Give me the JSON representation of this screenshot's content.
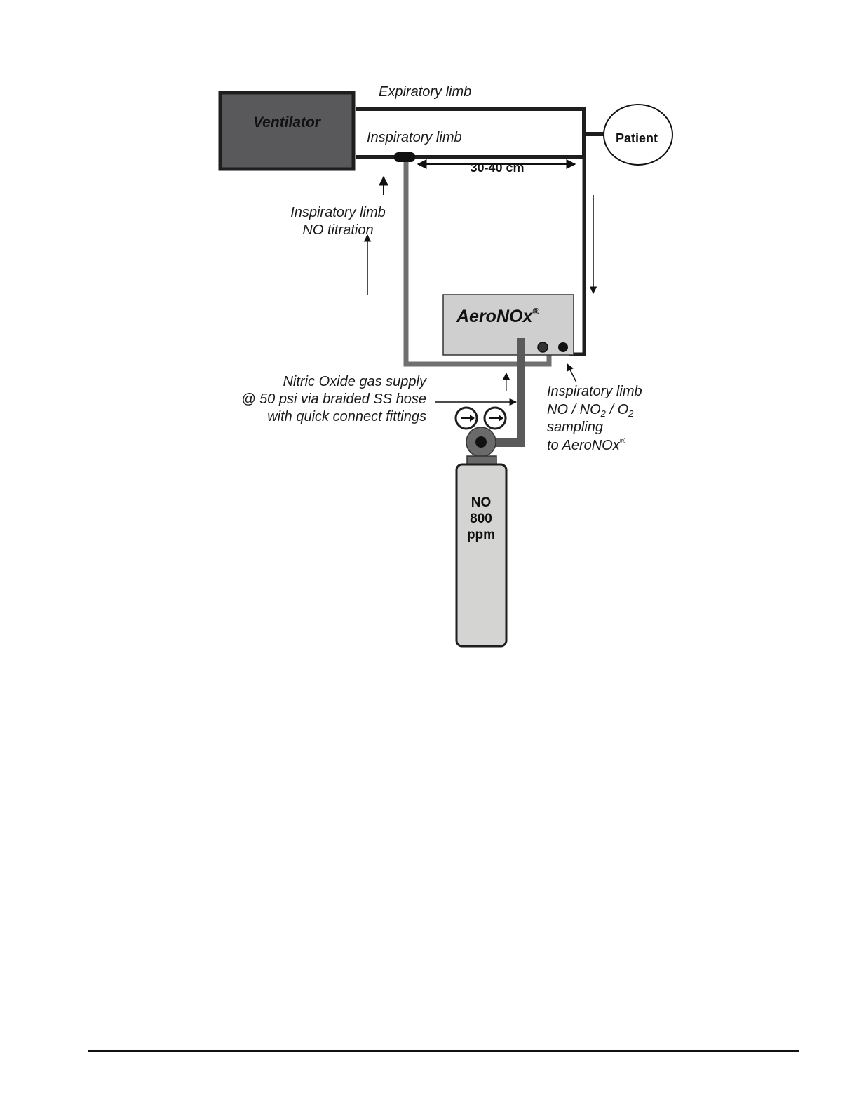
{
  "labels": {
    "ventilator": "Ventilator",
    "patient": "Patient",
    "expiratory_limb": "Expiratory limb",
    "inspiratory_limb": "Inspiratory limb",
    "distance": "30-40 cm",
    "titration_line1": "Inspiratory limb",
    "titration_line2": "NO titration",
    "aeronox": "AeroNOx",
    "registered_mark": "®",
    "supply_line1": "Nitric Oxide gas supply",
    "supply_line2": "@ 50 psi via braided SS hose",
    "supply_line3": "with quick connect fittings",
    "sampling_line1": "Inspiratory limb",
    "sampling_line2_a": "NO / NO",
    "sampling_line2_sub1": "2",
    "sampling_line2_b": " / O",
    "sampling_line2_sub2": "2",
    "sampling_line3": "sampling",
    "sampling_line4": "to AeroNOx",
    "cylinder_line1": "NO",
    "cylinder_line2": "800",
    "cylinder_line3": "ppm"
  },
  "colors": {
    "ventilator_fill": "#59595b",
    "aeronox_fill": "#cfcfcf",
    "cylinder_fill": "#d4d4d2",
    "dark_tube": "#1e1e1e",
    "grey_tube": "#707070",
    "supply_hose": "#5a5a5a"
  },
  "icons": [
    "pressure-gauge-icon",
    "pressure-gauge-icon",
    "regulator-icon",
    "arrow-icon"
  ]
}
